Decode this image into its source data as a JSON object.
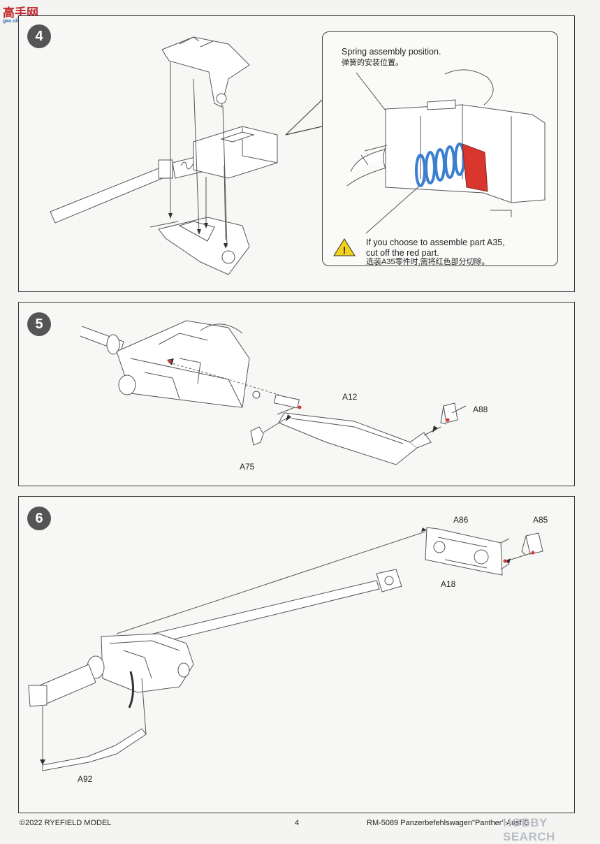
{
  "watermark": {
    "site": "高手网",
    "domain": "gao.shou.com"
  },
  "steps": [
    {
      "number": "4",
      "callout": {
        "line1": "Spring assembly position.",
        "line1_cn": "弹簧的安装位置。",
        "warning1": "If you choose to assemble part A35,",
        "warning2": "cut off the red part.",
        "warning_cn": "选装A35零件时,需将红色部分切除。"
      }
    },
    {
      "number": "5",
      "parts": {
        "a12": "A12",
        "a88": "A88",
        "a75": "A75"
      }
    },
    {
      "number": "6",
      "parts": {
        "a86": "A86",
        "a85": "A85",
        "a18": "A18",
        "a92": "A92"
      }
    }
  ],
  "footer": {
    "copyright": "©2022 RYEFIELD MODEL",
    "page": "4",
    "product": "RM-5089 Panzerbefehlswagen\"Panther\" Ausf.G",
    "brand": "HOBBY SEARCH"
  },
  "colors": {
    "spring": "#3a7fd0",
    "cut_part": "#d9372e",
    "warning": "#f2d21b"
  }
}
